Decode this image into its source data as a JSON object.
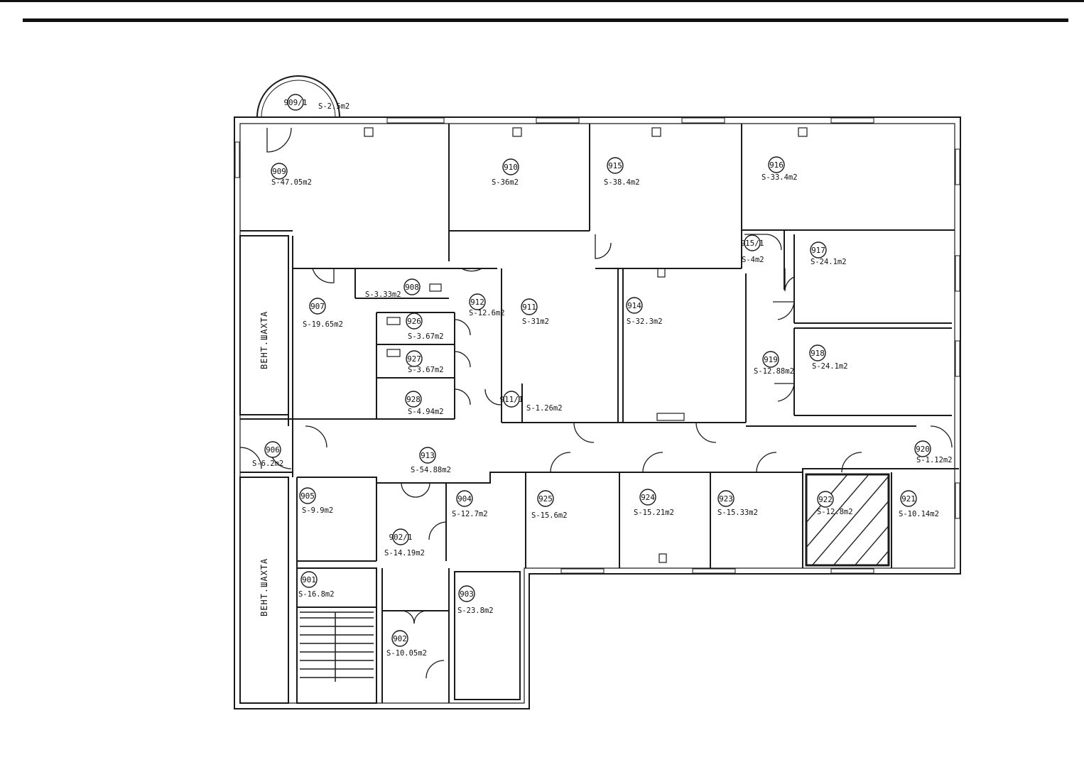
{
  "rooms": [
    {
      "id": "909/1",
      "area": "S-2.5m2"
    },
    {
      "id": "909",
      "area": "S-47.05m2"
    },
    {
      "id": "910",
      "area": "S-36m2"
    },
    {
      "id": "915",
      "area": "S-38.4m2"
    },
    {
      "id": "916",
      "area": "S-33.4m2"
    },
    {
      "id": "915/1",
      "area": "S-4m2"
    },
    {
      "id": "917",
      "area": "S-24.1m2"
    },
    {
      "id": "908",
      "area": "S-3.33m2"
    },
    {
      "id": "907",
      "area": "S-19.65m2"
    },
    {
      "id": "912",
      "area": "S-12.6m2"
    },
    {
      "id": "911",
      "area": "S-31m2"
    },
    {
      "id": "914",
      "area": "S-32.3m2"
    },
    {
      "id": "926",
      "area": "S-3.67m2"
    },
    {
      "id": "927",
      "area": "S-3.67m2"
    },
    {
      "id": "919",
      "area": "S-12.88m2"
    },
    {
      "id": "918",
      "area": "S-24.1m2"
    },
    {
      "id": "928",
      "area": "S-4.94m2"
    },
    {
      "id": "911/1",
      "area": "S-1.26m2"
    },
    {
      "id": "906",
      "area": "S-6.2m2"
    },
    {
      "id": "913",
      "area": "S-54.88m2"
    },
    {
      "id": "920",
      "area": "S-1.12m2"
    },
    {
      "id": "905",
      "area": "S-9.9m2"
    },
    {
      "id": "904",
      "area": "S-12.7m2"
    },
    {
      "id": "925",
      "area": "S-15.6m2"
    },
    {
      "id": "924",
      "area": "S-15.21m2"
    },
    {
      "id": "923",
      "area": "S-15.33m2"
    },
    {
      "id": "922",
      "area": "S-12.8m2"
    },
    {
      "id": "921",
      "area": "S-10.14m2"
    },
    {
      "id": "902/1",
      "area": "S-14.19m2"
    },
    {
      "id": "901",
      "area": "S-16.8m2"
    },
    {
      "id": "903",
      "area": "S-23.8m2"
    },
    {
      "id": "902",
      "area": "S-10.05m2"
    }
  ],
  "shafts": [
    {
      "label": "ВЕНТ.ШАХТА"
    },
    {
      "label": "ВЕНТ.ШАХТА"
    }
  ],
  "colors": {
    "line": "#1a1a1a",
    "hatch": "#222222",
    "paper": "#ffffff"
  }
}
